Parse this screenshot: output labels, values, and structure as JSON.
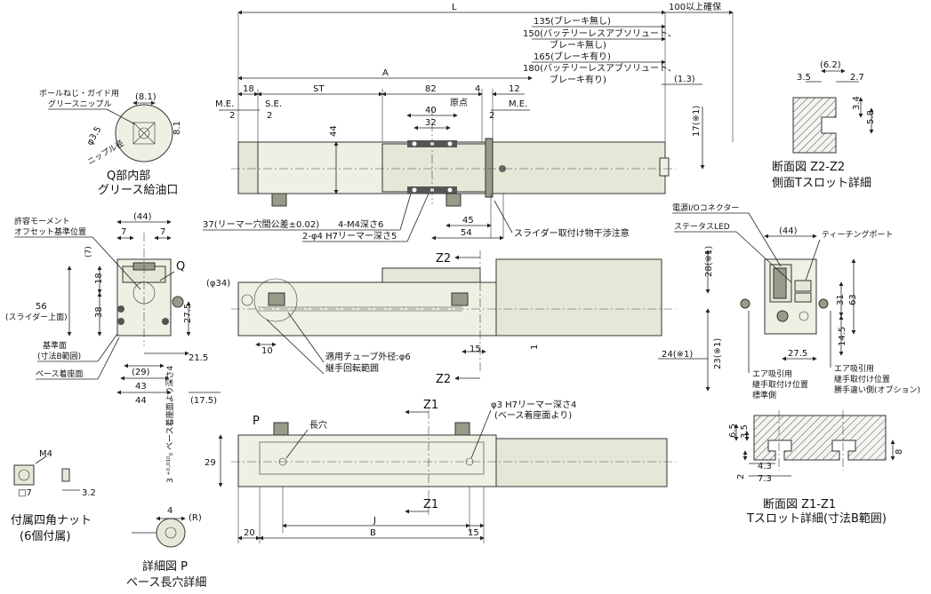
{
  "dims": {
    "L": "L",
    "d100": "100以上確保",
    "d135": "135(ブレーキ無し)",
    "d150a": "150(バッテリーレスアブソリュート、",
    "d150b": "ブレーキ無し)",
    "d165": "165(ブレーキ有り)",
    "d180a": "180(バッテリーレスアブソリュート、",
    "d180b": "ブレーキ有り)",
    "A": "A",
    "d1_3": "(1.3)",
    "d18": "18",
    "ST": "ST",
    "d82": "82",
    "d4": "4",
    "d12": "12",
    "ME": "M.E.",
    "SE": "S.E.",
    "d2": "2",
    "d40": "40",
    "d32": "32",
    "genten": "原点",
    "d44": "44",
    "d17": "17(※1)",
    "d37": "37(リーマー穴間公差±0.02)",
    "m4": "4-M4深さ6",
    "phi4": "2-φ4 H7リーマー深さ5",
    "d45": "45",
    "d54": "54",
    "slider_note": "スライダー取付け物干渉注意",
    "d28": "28(※1)",
    "d24": "24(※1)",
    "d23": "23(※1)",
    "d1": "1",
    "d15": "15",
    "d10": "10",
    "tube": "適用チューブ外径:φ6",
    "joint": "継手回転範囲",
    "phi34": "(φ34)",
    "Z2": "Z2",
    "Z1": "Z1",
    "phi3": "φ3 H7リーマー深さ4",
    "base_from": "(ベース着座面より)",
    "P": "P",
    "slot": "長穴",
    "d29": "29",
    "J": "J",
    "B": "B",
    "d20": "20"
  },
  "left_view": {
    "moment_1": "許容モーメント",
    "moment_2": "オフセット基準位置",
    "d44p": "(44)",
    "d7a": "7",
    "d7b": "7",
    "d7c": "(7)",
    "d18": "18",
    "d56": "56",
    "slider_top": "(スライダー上面)",
    "d38": "38",
    "d27_5": "27.5",
    "ref_1": "基準面",
    "ref_2": "(寸法B範囲)",
    "base_seat": "ベース着座面",
    "d29": "(29)",
    "d21_5": "21.5",
    "d43": "43",
    "d44": "44",
    "d17_5": "(17.5)",
    "Q": "Q"
  },
  "q_detail": {
    "grease_1": "ボールねじ・ガイド用",
    "grease_2": "グリースニップル",
    "d8_1a": "(8.1)",
    "d8_1b": "8.1",
    "phi3_5": "φ3.5",
    "nipple": "ニップル径",
    "title_1": "Q部内部",
    "title_2": "グリース給油口"
  },
  "z2_section": {
    "d6_2": "(6.2)",
    "d3_5": "3.5",
    "d2_7": "2.7",
    "d3_4": "3.4",
    "d5_8": "5.8",
    "title_1": "断面図 Z2-Z2",
    "title_2": "側面Tスロット詳細"
  },
  "right_view": {
    "connector": "電源I/Oコネクター",
    "led": "ステータスLED",
    "d44": "(44)",
    "teaching": "ティーチングポート",
    "d31": "31",
    "d63": "63",
    "d14_5": "14.5",
    "d27_5": "27.5",
    "air_a1": "エア吸引用",
    "air_a2": "継手取付け位置",
    "air_a3": "標準側",
    "air_b1": "エア吸引用",
    "air_b2": "継手取付け位置",
    "air_b3": "勝手違い側(オプション)"
  },
  "z1_section": {
    "d6_5": "6.5",
    "d3_5": "3.5",
    "d8": "8",
    "d2": "2",
    "d4_3": "4.3",
    "d7_3": "7.3",
    "title_1": "断面図 Z1-Z1",
    "title_2": "Tスロット詳細(寸法B範囲)"
  },
  "nut": {
    "m4": "M4",
    "sq7": "□7",
    "d3_2": "3.2",
    "title_1": "付属四角ナット",
    "title_2": "(6個付属)"
  },
  "p_detail": {
    "depth": "3 ⁺⁰·⁰¹⁰₀ ベース着座面より深さ4",
    "d4": "4",
    "R": "(R)",
    "title_1": "詳細図 P",
    "title_2": "ベース長穴詳細"
  }
}
